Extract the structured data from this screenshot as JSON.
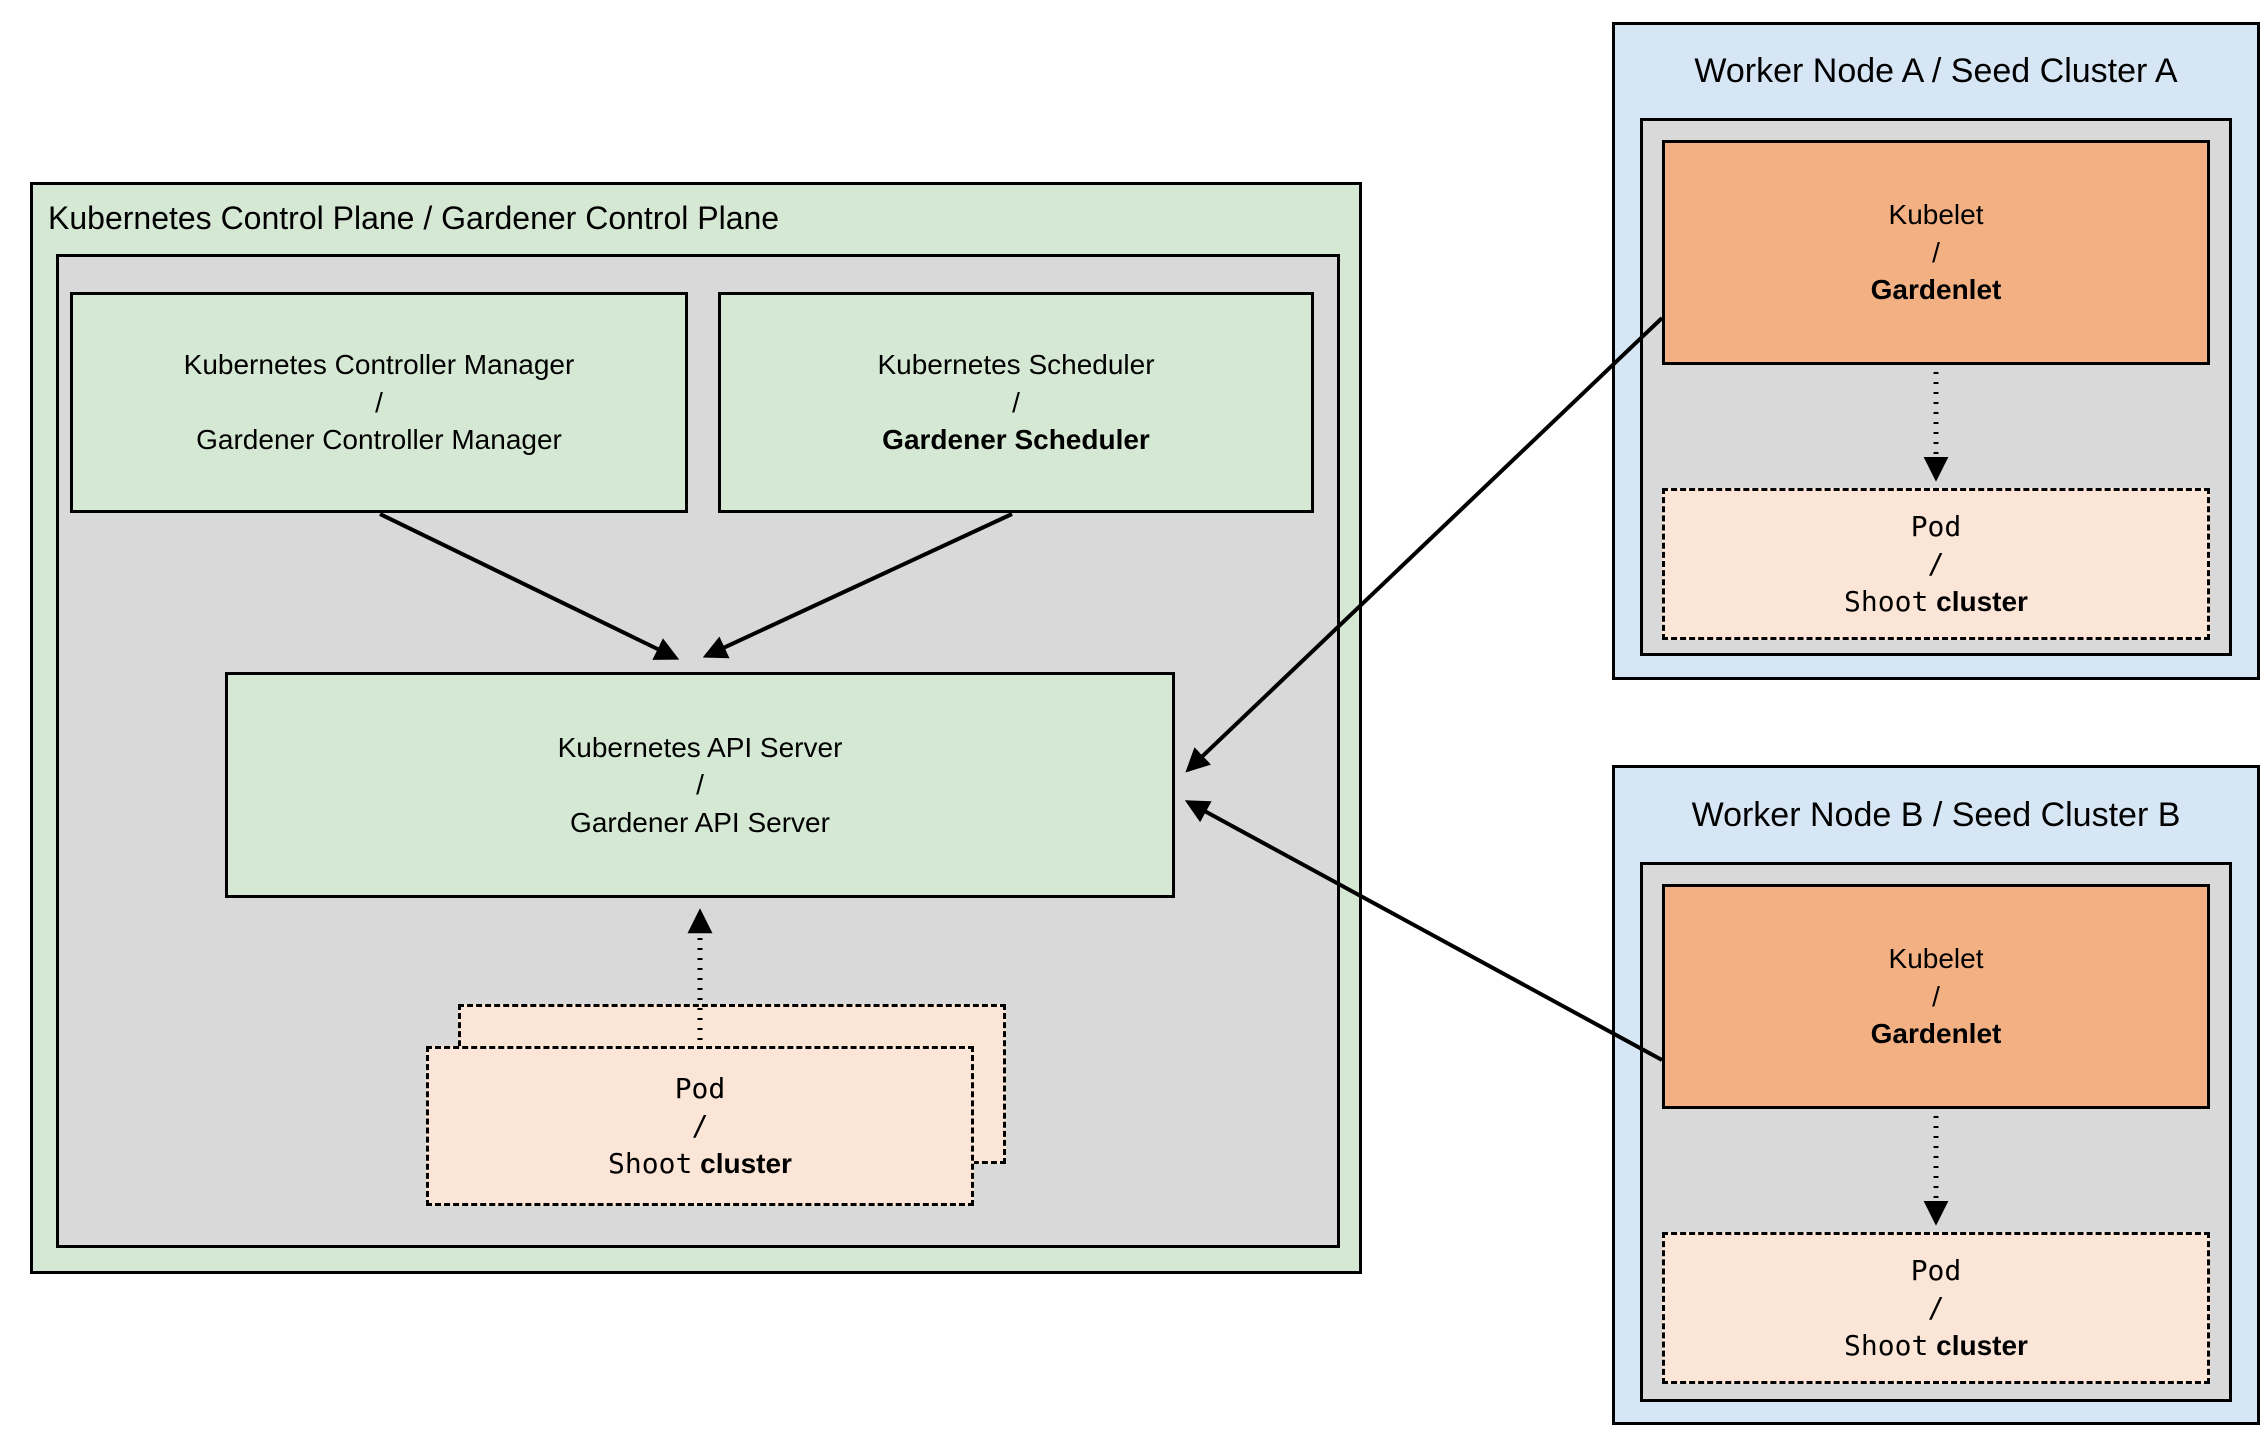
{
  "colors": {
    "green_fill": "#d5e8d4",
    "gray_fill": "#d9d9d9",
    "blue_fill": "#d7e6f5",
    "orange_fill": "#f3b083",
    "peach_fill": "#fbe5d6",
    "border": "#000000"
  },
  "control_plane": {
    "title": "Kubernetes Control Plane / Gardener Control Plane",
    "controller_manager": {
      "line1": "Kubernetes Controller Manager",
      "sep": "/",
      "line2": "Gardener Controller Manager"
    },
    "scheduler": {
      "line1": "Kubernetes Scheduler",
      "sep": "/",
      "line2": "Gardener Scheduler"
    },
    "api_server": {
      "line1": "Kubernetes API Server",
      "sep": "/",
      "line2": "Gardener API Server"
    },
    "pod_stack": {
      "line1": "Pod",
      "sep": "/",
      "line2_code": "Shoot",
      "line2_rest": "cluster"
    }
  },
  "worker_a": {
    "title": "Worker Node A / Seed Cluster A",
    "kubelet": {
      "line1": "Kubelet",
      "sep": "/",
      "line2": "Gardenlet"
    },
    "pod": {
      "line1": "Pod",
      "sep": "/",
      "line2_code": "Shoot",
      "line2_rest": "cluster"
    }
  },
  "worker_b": {
    "title": "Worker Node B / Seed Cluster B",
    "kubelet": {
      "line1": "Kubelet",
      "sep": "/",
      "line2": "Gardenlet"
    },
    "pod": {
      "line1": "Pod",
      "sep": "/",
      "line2_code": "Shoot",
      "line2_rest": "cluster"
    }
  }
}
